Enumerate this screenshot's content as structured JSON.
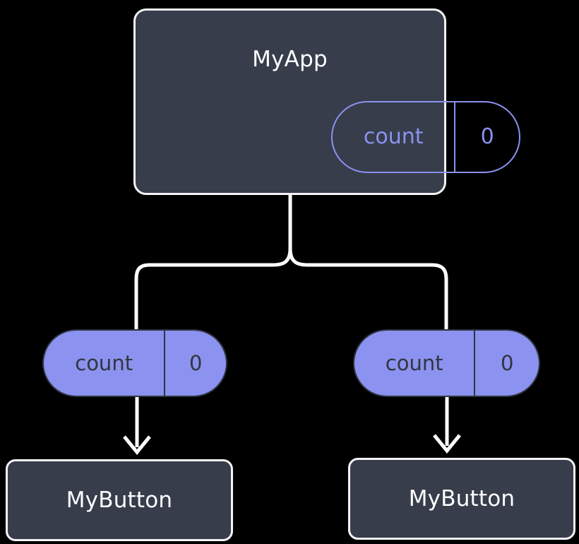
{
  "diagram": {
    "title_text": "MyApp",
    "background_color": "#000000",
    "edge_color": "#ffffff",
    "box_fill_color": "#373d4b",
    "box_border_color": "#f4f4f6",
    "pill_accent_color": "#8b92ef",
    "pill_text_dark_color": "#32363f"
  },
  "root": {
    "label": "MyApp",
    "state": {
      "key": "count",
      "value": "0"
    }
  },
  "branches": [
    {
      "state": {
        "key": "count",
        "value": "0"
      },
      "child": {
        "label": "MyButton"
      }
    },
    {
      "state": {
        "key": "count",
        "value": "0"
      },
      "child": {
        "label": "MyButton"
      }
    }
  ]
}
